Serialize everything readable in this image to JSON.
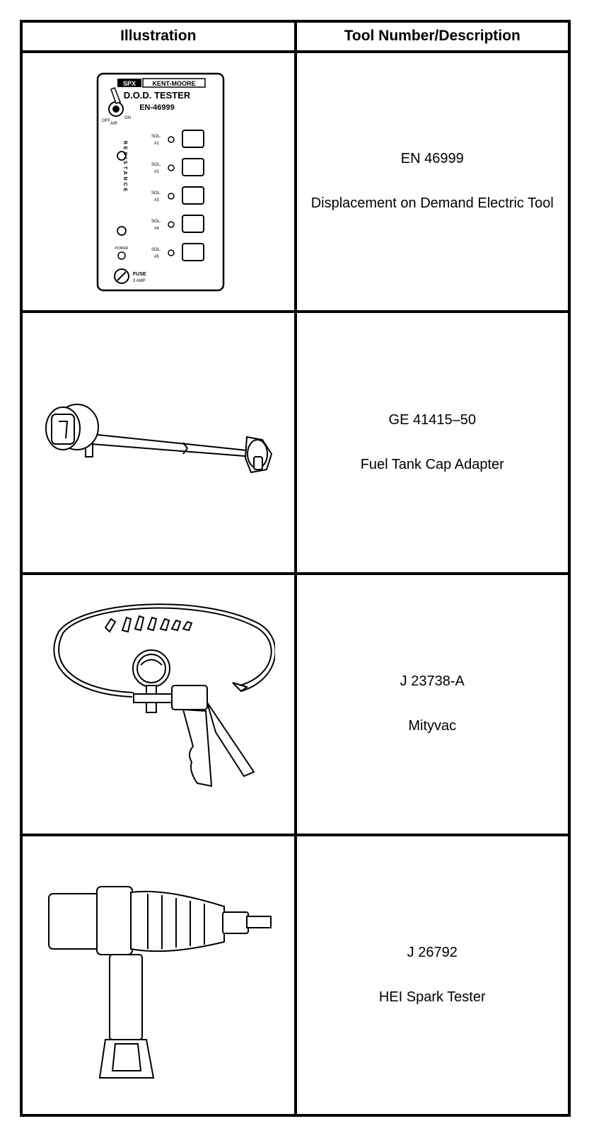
{
  "table": {
    "headers": {
      "illustration": "Illustration",
      "tool": "Tool Number/Description"
    },
    "rows": [
      {
        "number": "EN 46999",
        "description": "Displacement on Demand Electric Tool",
        "illustration_labels": {
          "brand_spx": "SPX",
          "brand_km": "KENT-MOORE",
          "title": "D.O.D. TESTER",
          "model": "EN-46999",
          "off": "OFF",
          "on": "ON",
          "air": "AIR",
          "resistance": "RESISTANCE",
          "power": "POWER",
          "fuse": "FUSE",
          "amp": "3 AMP",
          "sol1": "SOL.",
          "sol1n": "#1",
          "sol2": "SOL.",
          "sol2n": "#2",
          "sol3": "SOL.",
          "sol3n": "#3",
          "sol4": "SOL.",
          "sol4n": "#4",
          "sol5": "SOL.",
          "sol5n": "#5"
        }
      },
      {
        "number": "GE 41415–50",
        "description": "Fuel Tank Cap Adapter"
      },
      {
        "number": "J 23738-A",
        "description": "Mityvac"
      },
      {
        "number": "J 26792",
        "description": "HEI Spark Tester"
      }
    ]
  }
}
